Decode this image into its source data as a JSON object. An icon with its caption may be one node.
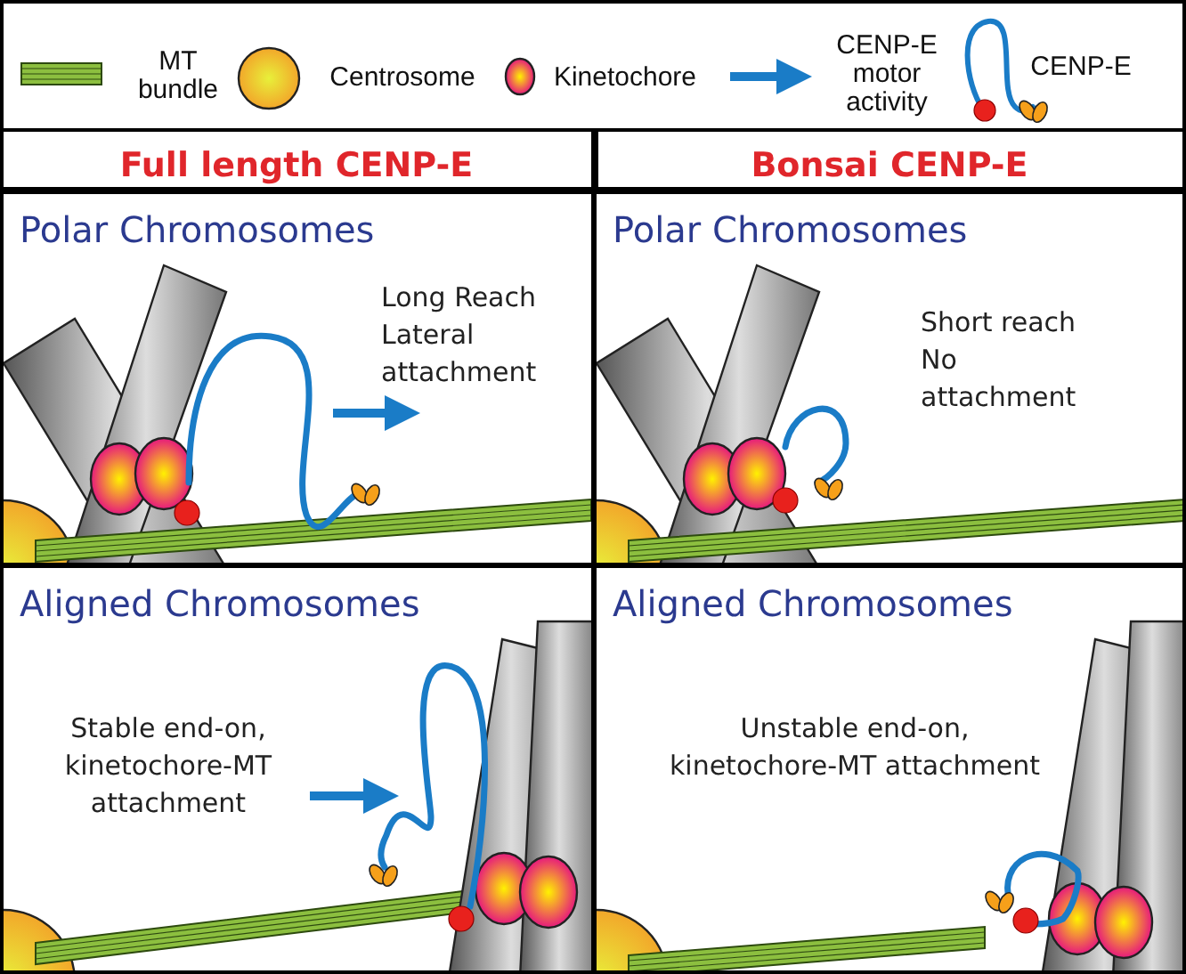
{
  "diagram": {
    "nodes": [
      {
        "text": [
          "Polar Chromosomes",
          "Long Reach Lateral attachment"
        ]
      },
      {
        "text": [
          "Polar Chromosomes",
          "Short reach No attachment"
        ]
      },
      {
        "text": [
          "Aligned Chromosomes",
          "Stable end-on, kinetochore-MT attachment"
        ]
      },
      {
        "text": [
          "Aligned Chromosomes",
          "Unstable end-on, kinetochore-MT attachment"
        ]
      }
    ],
    "labels": [
      "Full length CENP-E",
      "Bonsai CENP-E"
    ],
    "legend": [
      {
        "text": "MT bundle"
      },
      {
        "text": "Centrosome"
      },
      {
        "text": "Kinetochore"
      },
      {
        "text": "CENP-E motor activity"
      },
      {
        "text": "CENP-E"
      }
    ]
  }
}
